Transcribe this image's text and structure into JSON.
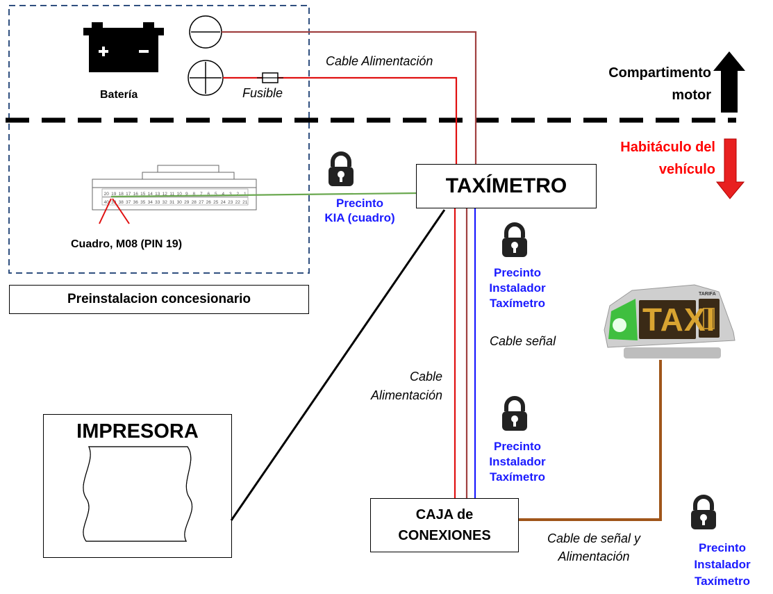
{
  "labels": {
    "bateria": "Batería",
    "fusible": "Fusible",
    "cable_alimentacion_top": "Cable Alimentación",
    "compartimento": "Compartimento",
    "motor": "motor",
    "habitaculo": "Habitáculo del",
    "vehiculo": "vehículo",
    "taximetro": "TAXÍMETRO",
    "precinto_kia_line1": "Precinto",
    "precinto_kia_line2": "KIA (cuadro)",
    "cuadro": "Cuadro, M08 (PIN 19)",
    "preinstalacion": "Preinstalacion concesionario",
    "precinto_instalador": [
      "Precinto",
      "Instalador",
      "Taxímetro"
    ],
    "cable_senal": "Cable señal",
    "cable_alim_mid_line1": "Cable",
    "cable_alim_mid_line2": "Alimentación",
    "impresora": "IMPRESORA",
    "caja_line1": "CAJA de",
    "caja_line2": "CONEXIONES",
    "cable_senal_alim_line1": "Cable de señal y",
    "cable_senal_alim_line2": "Alimentación",
    "taxi_sign": "TAXI",
    "tarifa": "TARIFA"
  },
  "connector_pins": {
    "top_row": [
      "20",
      "19",
      "18",
      "17",
      "16",
      "15",
      "14",
      "13",
      "12",
      "11",
      "10",
      "9",
      "8",
      "7",
      "6",
      "5",
      "4",
      "3",
      "2",
      "1"
    ],
    "bottom_row": [
      "40",
      "39",
      "38",
      "37",
      "36",
      "35",
      "34",
      "33",
      "32",
      "31",
      "30",
      "29",
      "28",
      "27",
      "26",
      "25",
      "24",
      "23",
      "22",
      "21"
    ]
  },
  "colors": {
    "power_red": "#e01010",
    "negative_brown": "#a04040",
    "signal_blue": "#1a1aff",
    "can_green": "#6aa84f",
    "light_cable_brown": "#a0561a",
    "dashed_box": "#2f4f7f",
    "habitaculo_red": "#ff0000"
  }
}
